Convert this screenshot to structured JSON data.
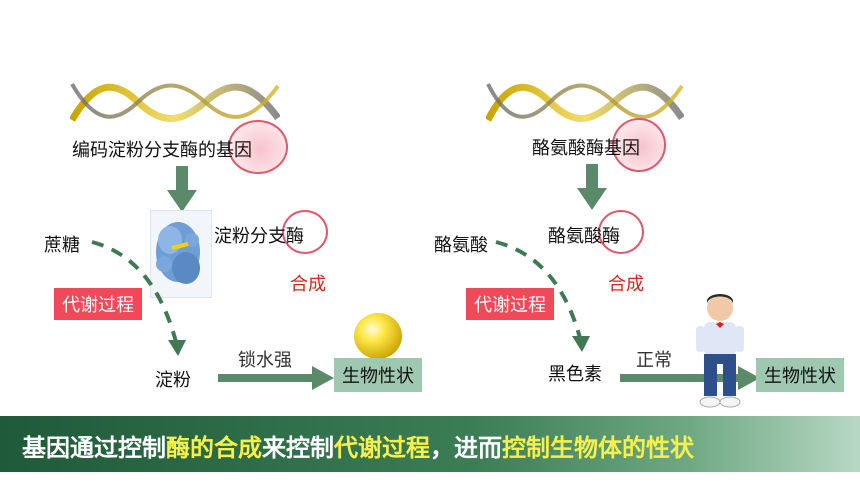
{
  "left": {
    "gene_label": "编码淀粉分支酶的基因",
    "enzyme_label": "淀粉分支酶",
    "synthesis_label": "合成",
    "substrate_label": "蔗糖",
    "metabolism_label": "代谢过程",
    "product_label": "淀粉",
    "effect_label": "锁水强",
    "trait_label": "生物性状"
  },
  "right": {
    "gene_label": "酪氨酸酶基因",
    "enzyme_label": "酪氨酸酶",
    "synthesis_label": "合成",
    "substrate_label": "酪氨酸",
    "metabolism_label": "代谢过程",
    "product_label": "黑色素",
    "effect_label": "正常",
    "trait_label": "生物性状"
  },
  "banner": {
    "part1": "基因通过控制",
    "part2": "酶的合成",
    "part3": "来控制",
    "part4": "代谢过程",
    "part5": "，进而",
    "part6": "控制生物体的性状"
  },
  "colors": {
    "arrow_green": "#5b8a6a",
    "highlight_yellow": "#f7f04c",
    "metabolism_red": "#f04a5a"
  }
}
